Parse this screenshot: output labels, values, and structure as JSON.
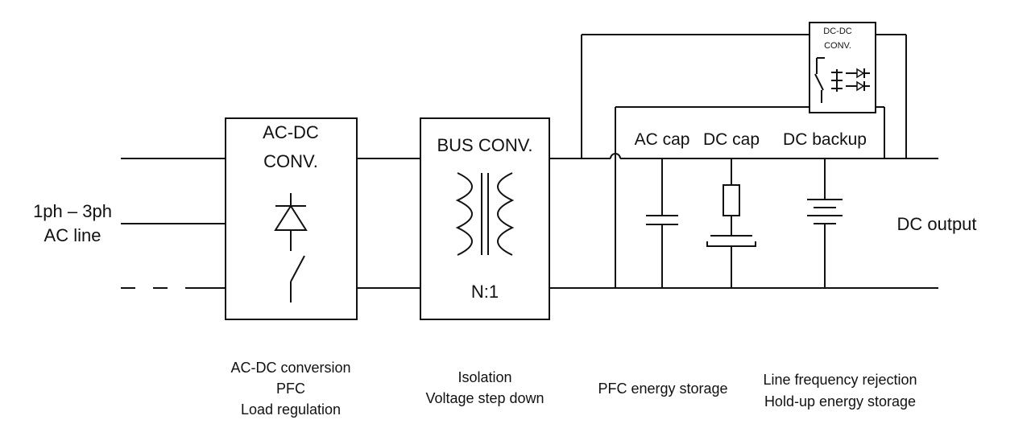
{
  "input": {
    "line1": "1ph – 3ph",
    "line2": "AC line"
  },
  "acdc": {
    "title1": "AC-DC",
    "title2": "CONV."
  },
  "bus": {
    "title": "BUS CONV.",
    "ratio": "N:1"
  },
  "dcdc": {
    "title1": "DC-DC",
    "title2": "CONV."
  },
  "caps": {
    "ac_cap": "AC cap",
    "dc_cap": "DC cap",
    "dc_backup": "DC backup"
  },
  "output": {
    "label": "DC output"
  },
  "captions": {
    "acdc": [
      "AC-DC conversion",
      "PFC",
      "Load regulation"
    ],
    "bus": [
      "Isolation",
      "Voltage step down"
    ],
    "pfc": [
      "PFC energy storage"
    ],
    "linefreq": [
      "Line frequency rejection",
      "Hold-up energy storage"
    ]
  },
  "colors": {
    "line": "#111111",
    "background": "#ffffff"
  }
}
